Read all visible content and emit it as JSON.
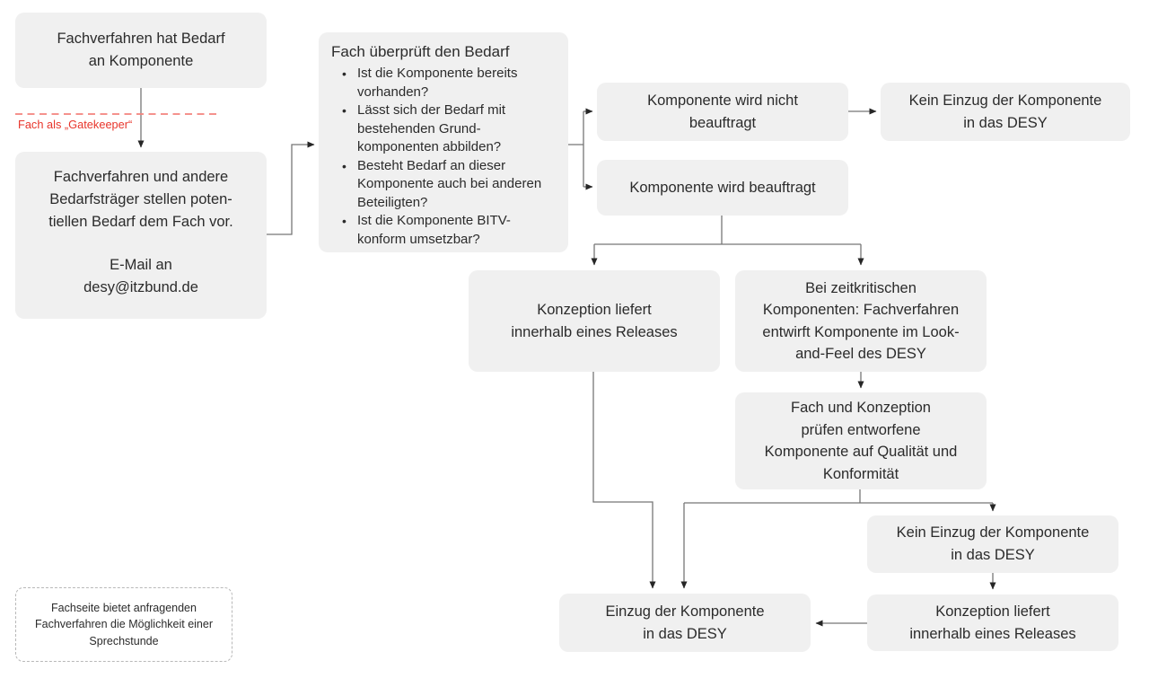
{
  "diagram": {
    "bullet_char": "•",
    "gatekeeper_label": "Fach als „Gatekeeper“",
    "accent_red_text": "#e8352b",
    "accent_red_dash": "#f4837d",
    "box_fill": "#f0f0f0",
    "nodes": {
      "start": {
        "text": "Fachverfahren hat Bedarf\nan Komponente"
      },
      "vorstellung": {
        "text": "Fachverfahren und andere\nBedarfsträger stellen poten-\ntiellen Bedarf dem Fach vor.",
        "email": "E-Mail an\ndesy@itzbund.de"
      },
      "pruefung": {
        "title": "Fach überprüft den Bedarf",
        "bullets": [
          "Ist die Komponente bereits\nvorhanden?",
          "Lässt sich der Bedarf mit\nbestehenden Grund-\nkomponenten abbilden?",
          "Besteht Bedarf an dieser\nKomponente auch bei anderen\nBeteiligten?",
          "Ist die Komponente BITV-\nkonform umsetzbar?"
        ]
      },
      "nicht_beauftragt": {
        "text": "Komponente wird nicht\nbeauftragt"
      },
      "kein_einzug_top": {
        "text": "Kein Einzug der Komponente\nin das DESY"
      },
      "beauftragt": {
        "text": "Komponente wird beauftragt"
      },
      "konzeption_links": {
        "text": "Konzeption liefert\ninnerhalb eines Releases"
      },
      "zeitkritisch": {
        "text": "Bei zeitkritischen\nKomponenten: Fachverfahren\nentwirft Komponente im Look-\nand-Feel des DESY"
      },
      "qualitaet": {
        "text": "Fach und Konzeption\nprüfen entworfene\nKomponente auf Qualität und\nKonformität"
      },
      "kein_einzug_bottom": {
        "text": "Kein Einzug der Komponente\nin das DESY"
      },
      "konzeption_rechts": {
        "text": "Konzeption liefert\ninnerhalb eines Releases"
      },
      "einzug": {
        "text": "Einzug der Komponente\nin das DESY"
      },
      "sprechstunde": {
        "text": "Fachseite bietet anfragenden\nFachverfahren die Möglichkeit einer\nSprechstunde"
      }
    }
  }
}
